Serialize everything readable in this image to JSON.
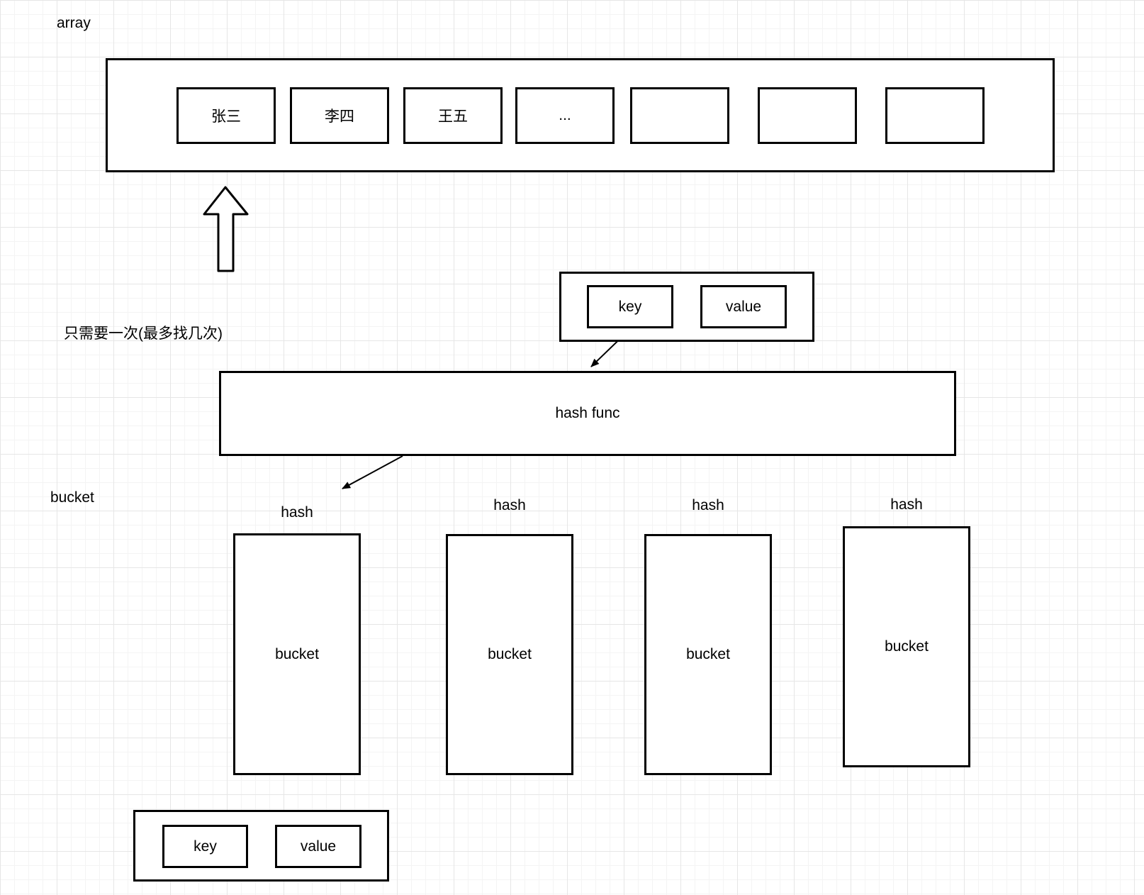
{
  "diagram": {
    "array_label": "array",
    "array_cells": [
      "张三",
      "李四",
      "王五",
      "...",
      "",
      "",
      ""
    ],
    "note": "只需要一次(最多找几次)",
    "kv_top": {
      "key": "key",
      "value": "value"
    },
    "hash_func_label": "hash func",
    "bucket_section_label": "bucket",
    "hash_labels": [
      "hash",
      "hash",
      "hash",
      "hash"
    ],
    "bucket_boxes": [
      "bucket",
      "bucket",
      "bucket",
      "bucket"
    ],
    "kv_bottom": {
      "key": "key",
      "value": "value"
    },
    "icons": {
      "up_arrow": "hollow-up-arrow",
      "key_to_hash_arrow": "down-left-arrow",
      "hash_to_bucket_arrow": "down-left-arrow"
    },
    "colors": {
      "stroke": "#000000",
      "text": "#000000",
      "background": "#ffffff",
      "grid_minor": "#f4f4f4",
      "grid_major": "#e6e6e6"
    }
  }
}
